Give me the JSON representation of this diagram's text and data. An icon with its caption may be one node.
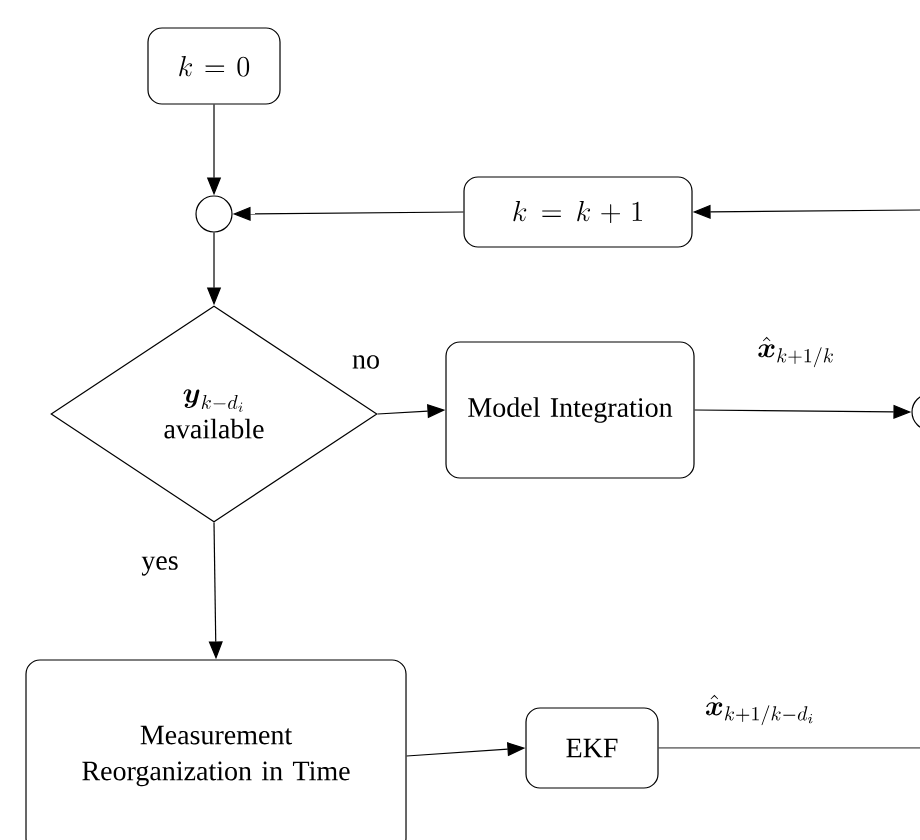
{
  "diagram": {
    "nodes": [
      {
        "text": [
          "k = 0"
        ]
      },
      {
        "text": [],
        "shape": "circle"
      },
      {
        "text": [
          "k = k + 1"
        ]
      },
      {
        "text": [
          "\\boldsymbol{y}_{k-d_i}",
          "available"
        ]
      },
      {
        "text": [
          "Model Integration"
        ]
      },
      {
        "text": [],
        "shape": "circle"
      },
      {
        "text": [
          "Measurement Reorganization in Time"
        ]
      },
      {
        "text": [
          "EKF"
        ]
      }
    ],
    "edges": [
      {
        "from": 0,
        "to": 1,
        "arrow": "to"
      },
      {
        "from": 2,
        "to": 1,
        "arrow": "to"
      },
      {
        "from": null,
        "to": 2,
        "arrow": "to"
      },
      {
        "from": 1,
        "to": 3,
        "arrow": "to"
      },
      {
        "from": 3,
        "to": 4,
        "arrow": "to",
        "label": "no"
      },
      {
        "from": 4,
        "to": 5,
        "arrow": "to",
        "label": "\\hat{\\boldsymbol{x}}_{k+1/k}"
      },
      {
        "from": 3,
        "to": 6,
        "arrow": "to",
        "label": "yes"
      },
      {
        "from": 6,
        "to": 7,
        "arrow": "to"
      },
      {
        "from": 7,
        "to": null,
        "arrow": "none",
        "label": "\\hat{\\boldsymbol{x}}_{k+1/k-d_i}"
      }
    ]
  }
}
